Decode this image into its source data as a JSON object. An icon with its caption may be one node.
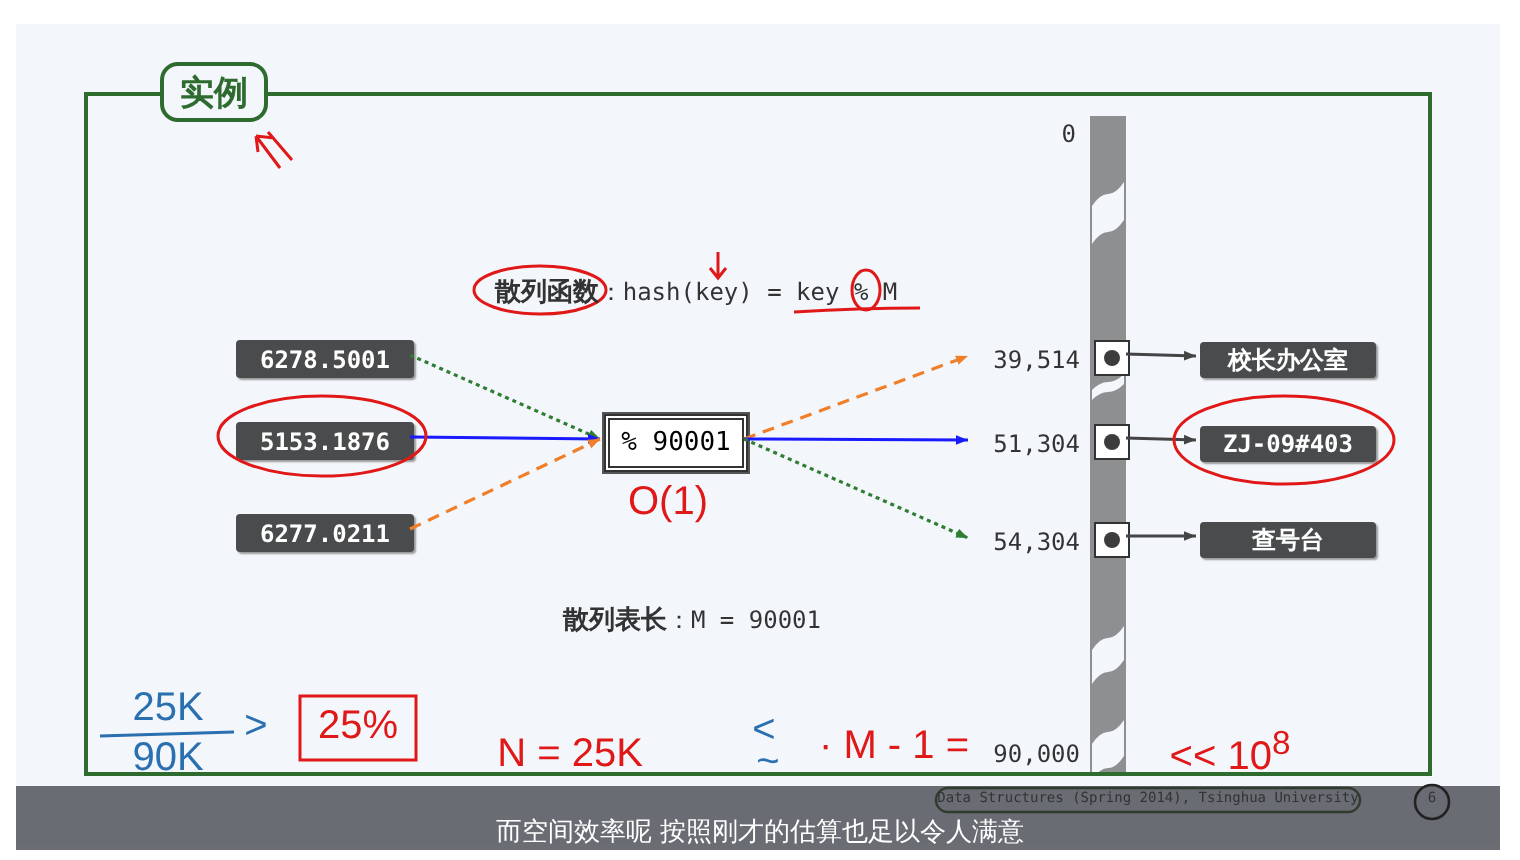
{
  "diagram": {
    "nodes": [
      {
        "text": [
          "实例"
        ]
      },
      {
        "text": [
          "6278.5001"
        ],
        "in": 0
      },
      {
        "text": [
          "5153.1876"
        ],
        "in": 0
      },
      {
        "text": [
          "6277.0211"
        ],
        "in": 0
      },
      {
        "text": [
          "% 90001"
        ],
        "in": 0
      },
      {
        "text": [
          "39,514"
        ],
        "in": 0
      },
      {
        "text": [
          "51,304"
        ],
        "in": 0
      },
      {
        "text": [
          "54,304"
        ],
        "in": 0
      },
      {
        "text": [],
        "shape": "box",
        "in": 0
      },
      {
        "text": [],
        "shape": "box",
        "in": 0
      },
      {
        "text": [],
        "shape": "box",
        "in": 0
      },
      {
        "text": [
          "校长办公室"
        ],
        "in": 0
      },
      {
        "text": [
          "ZJ-09#403"
        ],
        "in": 0
      },
      {
        "text": [
          "查号台"
        ],
        "in": 0
      }
    ],
    "edges": [
      {
        "from": 1,
        "to": 4,
        "arrow": "to",
        "style": "dashed",
        "color": "#2e7d32"
      },
      {
        "from": 2,
        "to": 4,
        "arrow": "to",
        "color": "#1a1aff"
      },
      {
        "from": 3,
        "to": 4,
        "arrow": "to",
        "style": "dashed",
        "color": "#f07f2a"
      },
      {
        "from": 4,
        "to": 5,
        "arrow": "to",
        "style": "dashed",
        "color": "#f07f2a"
      },
      {
        "from": 4,
        "to": 6,
        "arrow": "to",
        "color": "#1a1aff"
      },
      {
        "from": 4,
        "to": 7,
        "arrow": "to",
        "style": "dashed",
        "color": "#2e7d32"
      },
      {
        "from": 8,
        "to": 11,
        "arrow": "to"
      },
      {
        "from": 9,
        "to": 12,
        "arrow": "to"
      },
      {
        "from": 10,
        "to": 13,
        "arrow": "to"
      }
    ],
    "labels": [
      "0",
      "**散列函数**：hash(key) = key % M",
      "O(1)",
      "**散列表长**：M = 90001",
      "25K",
      "90K",
      ">",
      "25%",
      "N = 25K",
      "<",
      "~",
      "· M - 1 =",
      "90,000",
      "<< 10$^{8}$",
      "Data Structures (Spring 2014), Tsinghua University",
      "6",
      "而空间效率呢 按照刚才的估算也足以令人满意"
    ]
  }
}
